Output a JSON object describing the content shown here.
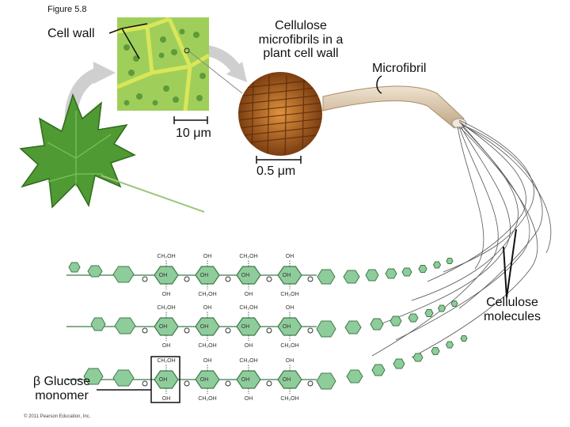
{
  "figure": {
    "label": "Figure 5.8"
  },
  "labels": {
    "cell_wall": "Cell wall",
    "microfibrils_line1": "Cellulose",
    "microfibrils_line2": "microfibrils in a",
    "microfibrils_line3": "plant cell wall",
    "microfibril": "Microfibril",
    "scale_10": "10 μm",
    "scale_05": "0.5 μm",
    "cellulose_line1": "Cellulose",
    "cellulose_line2": "molecules",
    "glucose_line1": "β Glucose",
    "glucose_line2": "monomer"
  },
  "glucose_row": {
    "top_labels": [
      "CH₂OH",
      "OH",
      "CH₂OH",
      "OH"
    ],
    "mid_labels": [
      "OH",
      "OH",
      "OH",
      "OH"
    ],
    "bottom_labels": [
      "OH",
      "CH₂OH",
      "OH",
      "CH₂OH"
    ]
  },
  "credit": "© 2011 Pearson Education, Inc.",
  "colors": {
    "sugar_fill": "#8fcc9b",
    "sugar_stroke": "#3d7a4a",
    "leaf": "#4f9a32",
    "micrograph": "#8fbf4a",
    "wood": "#b4641e",
    "fibril": "#d9c4a6"
  }
}
